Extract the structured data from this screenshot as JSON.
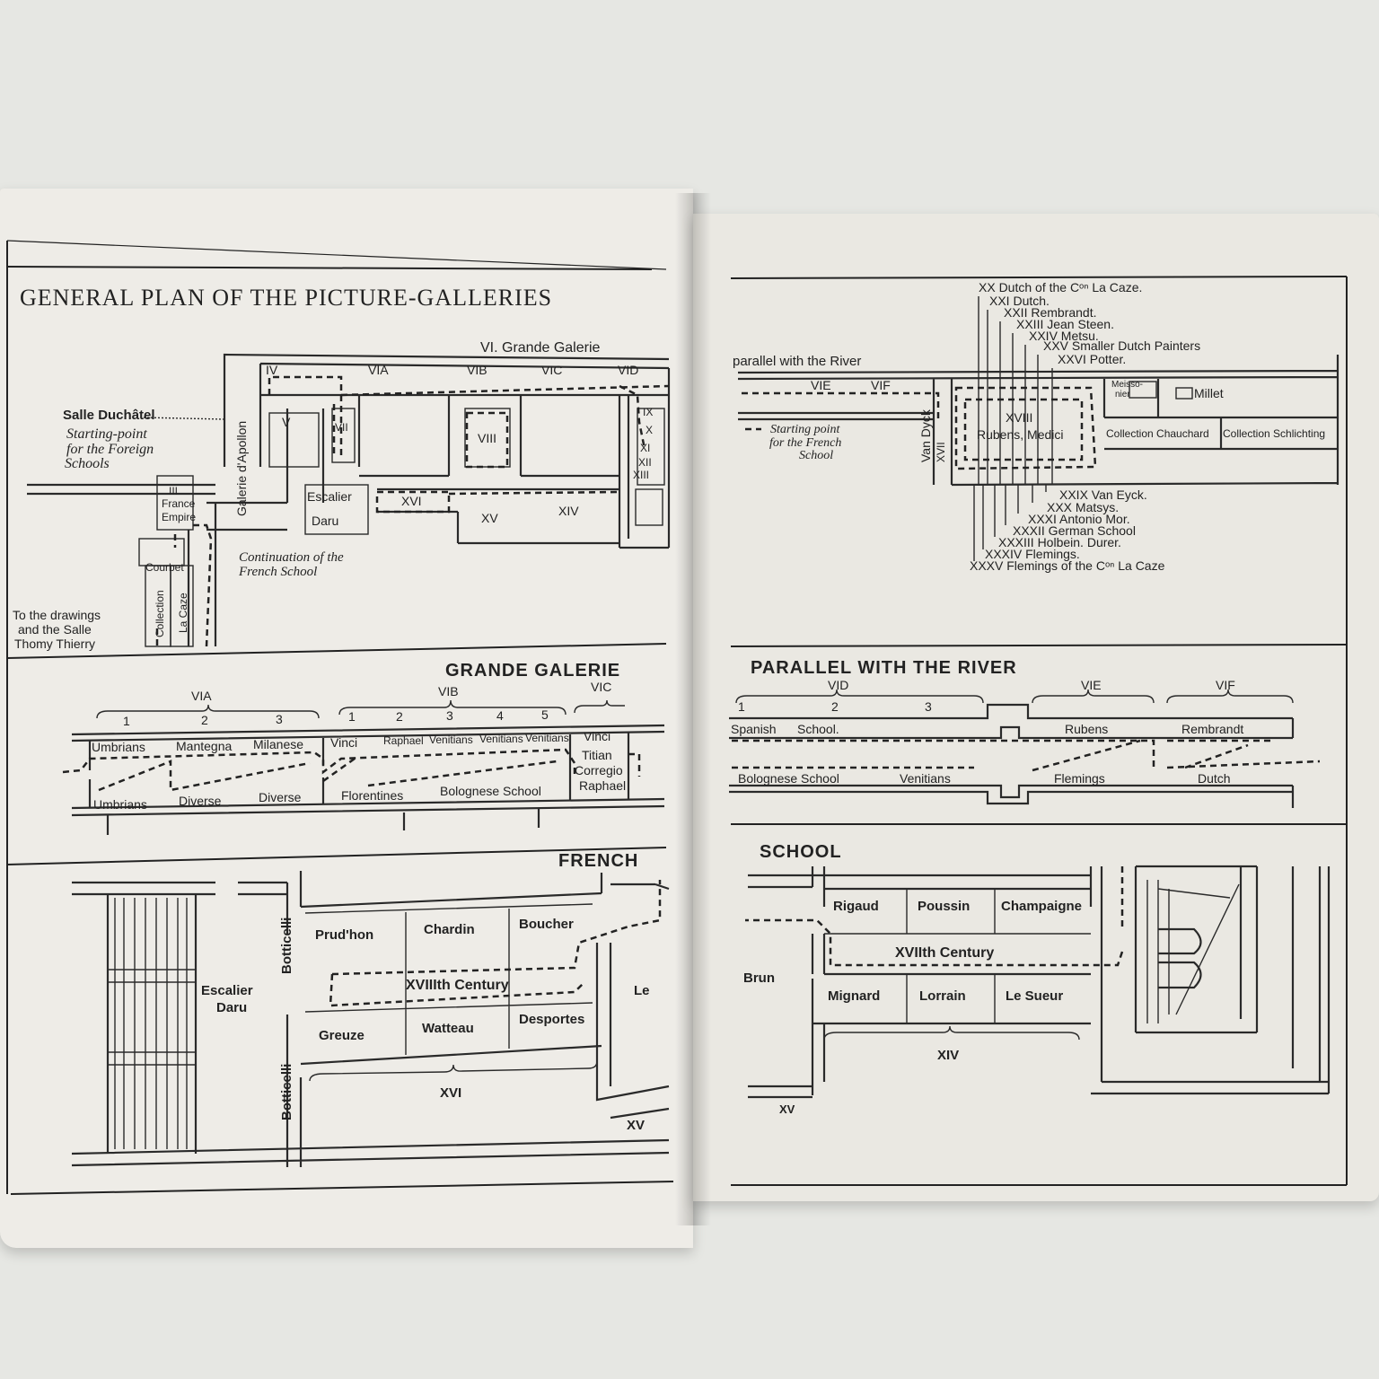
{
  "left_page": {
    "title": "GENERAL PLAN OF THE PICTURE-GALLERIES",
    "general_plan": {
      "grande_galerie": "VI. Grande Galerie",
      "rooms_top": [
        "IV",
        "VIA",
        "VIB",
        "VIC",
        "VID"
      ],
      "salle_duchatel": "Salle Duchâtel",
      "starting_foreign": [
        "Starting-point",
        "for the Foreign",
        "Schools"
      ],
      "galerie_apollon": "Galerie d'Apollon",
      "room_v": "V",
      "room_vii": "VII",
      "room_viii": "VIII",
      "rooms_right": [
        "IX",
        "X",
        "XI",
        "XII",
        "XIII"
      ],
      "escalier": "Escalier",
      "daru": "Daru",
      "room_xvi": "XVI",
      "room_xv": "XV",
      "room_xiv": "XIV",
      "room_iii": "III",
      "france": "France",
      "empire": "Empire",
      "courbet": "Courbet",
      "collection": "Collection",
      "la_caze": "La Caze",
      "continuation": [
        "Continuation of the",
        "French School"
      ],
      "to_drawings": [
        "To the drawings",
        "and the Salle",
        "Thomy Thierry"
      ]
    },
    "grande_galerie_section": {
      "title": "GRANDE GALERIE",
      "groups": [
        "VIA",
        "VIB",
        "VIC"
      ],
      "numbers_a": [
        "1",
        "2",
        "3"
      ],
      "numbers_b": [
        "1",
        "2",
        "3",
        "4",
        "5"
      ],
      "top_labels": [
        "Umbrians",
        "Mantegna",
        "Milanese",
        "Vinci",
        "Raphael",
        "Venitians",
        "Venitians",
        "Venitians",
        "Vinci"
      ],
      "right_labels": [
        "Titian",
        "Corregio",
        "Raphael"
      ],
      "bottom_labels": [
        "Umbrians",
        "Diverse",
        "Diverse",
        "Florentines",
        "Bolognese School"
      ]
    },
    "french_section": {
      "title": "FRENCH",
      "botticelli": "Botticelli",
      "escalier": "Escalier",
      "daru": "Daru",
      "top_rooms": [
        "Prud'hon",
        "Chardin",
        "Boucher"
      ],
      "century": "XVIIIth Century",
      "bottom_rooms": [
        "Greuze",
        "Watteau",
        "Desportes"
      ],
      "le": "Le",
      "xvi": "XVI",
      "xv": "XV"
    }
  },
  "right_page": {
    "top_plan": {
      "parallel_label": "parallel with the River",
      "rooms_top_list": [
        "XX Dutch of the Cᵒⁿ La Caze.",
        "XXI Dutch.",
        "XXII Rembrandt.",
        "XXIII Jean Steen.",
        "XXIV Metsu.",
        "XXV Smaller Dutch Painters",
        "XXVI Potter."
      ],
      "vie": "VIE",
      "vif": "VIF",
      "starting_french": [
        "Starting point",
        "for the French",
        "School"
      ],
      "van_dyck": "Van Dyck",
      "xvii": "XVII",
      "xviii": "XVIII",
      "rubens_medici": "Rubens, Medici",
      "meissonier": [
        "Meisso-",
        "nier"
      ],
      "millet": "Millet",
      "chauchard": "Collection Chauchard",
      "schlichting": "Collection Schlichting",
      "rooms_bottom_list": [
        "XXIX Van Eyck.",
        "XXX Matsys.",
        "XXXI Antonio Mor.",
        "XXXII German School",
        "XXXIII Holbein. Durer.",
        "XXXIV Flemings.",
        "XXXV Flemings of the Cᵒⁿ La Caze"
      ]
    },
    "parallel_section": {
      "title": "PARALLEL WITH THE RIVER",
      "groups": [
        "VID",
        "VIE",
        "VIF"
      ],
      "numbers": [
        "1",
        "2",
        "3"
      ],
      "top_labels": [
        "Spanish",
        "School.",
        "Rubens",
        "Rembrandt"
      ],
      "bottom_labels": [
        "Bolognese School",
        "Venitians",
        "Flemings",
        "Dutch"
      ]
    },
    "school_section": {
      "title": "SCHOOL",
      "top_rooms": [
        "Rigaud",
        "Poussin",
        "Champaigne"
      ],
      "century": "XVIIth Century",
      "bottom_rooms": [
        "Mignard",
        "Lorrain",
        "Le Sueur"
      ],
      "brun": "Brun",
      "xiv": "XIV",
      "xv": "XV"
    }
  }
}
